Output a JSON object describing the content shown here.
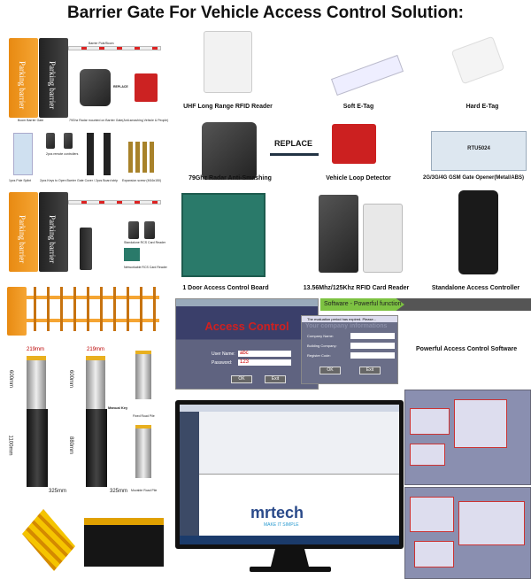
{
  "title": "Barrier Gate For Vehicle Access Control Solution:",
  "left": {
    "barrier1": {
      "brand_text": "Parking barrier",
      "arm_label": "Barrier Pole/Boom",
      "caption_gate": "Boom Barrier Gate",
      "caption_radar": "79Ghz Radar mounted on Barrier Gate(Anti-smashing Vehicle & People)",
      "replace": "REPLACE"
    },
    "accessories": {
      "pole_splint": "1pcs Pole Splint",
      "remote": "2pcs remote controllers",
      "keys": "2pcs Keys to Open Barrier Gate Cover / 2pcs Board strip",
      "screws": "Expansion screw (M16x150)"
    },
    "barrier2": {
      "brand_text": "Parking barrier",
      "standalone": "Standalone RCS Card Reader",
      "networkable": "Networkable RCS Card Reader"
    },
    "bollards": {
      "dia_top": "219mm",
      "h_top": "600mm",
      "h_bottom1": "1100mm",
      "h_bottom2": "880mm",
      "dia_bottom": "325mm",
      "manual_key": "Manual Key",
      "fixed": "Fixed Road Pile",
      "movable": "Movable Road Pile"
    }
  },
  "products": [
    {
      "label": "UHF Long Range RFID Reader",
      "icon": "uhf-reader-icon"
    },
    {
      "label": "Soft E-Tag",
      "icon": "soft-tag-icon"
    },
    {
      "label": "Hard E-Tag",
      "icon": "hard-tag-icon"
    },
    {
      "label": "79Ghz Radar Anti-Smashing",
      "icon": "radar-icon"
    },
    {
      "label": "Vehicle Loop Detector",
      "icon": "loop-detector-icon"
    },
    {
      "label": "2G/3G/4G GSM Gate Opener(Metal/ABS)",
      "icon": "gsm-opener-icon",
      "model": "RTU5024"
    },
    {
      "label": "1 Door Access Control Board",
      "icon": "control-board-icon"
    },
    {
      "label": "13.56Mhz/125Khz RFID Card Reader",
      "icon": "card-reader-icon"
    },
    {
      "label": "Standalone Access Controller",
      "icon": "access-controller-icon"
    }
  ],
  "replace_label": "REPLACE",
  "software": {
    "banner": "Software - Powerful function",
    "login": {
      "heading": "Access Control",
      "user_label": "User Name:",
      "user_value": "abc",
      "pass_label": "Password:",
      "pass_value": "123",
      "ok": "OK",
      "exit": "Exit"
    },
    "reg": {
      "titlebar": "The evaluation period has expired. Please...",
      "heading": "Your company informations",
      "company": "Company Name:",
      "building": "Building Company:",
      "code": "Register Code:",
      "ok": "OK",
      "exit": "Exit"
    },
    "caption": "Powerful Access Control Software"
  },
  "monitor": {
    "logo": "mrtech",
    "tagline": "MAKE IT SIMPLE"
  },
  "colors": {
    "orange": "#f5a533",
    "banner_green": "#7dc242",
    "window": "#5a5f7a"
  }
}
